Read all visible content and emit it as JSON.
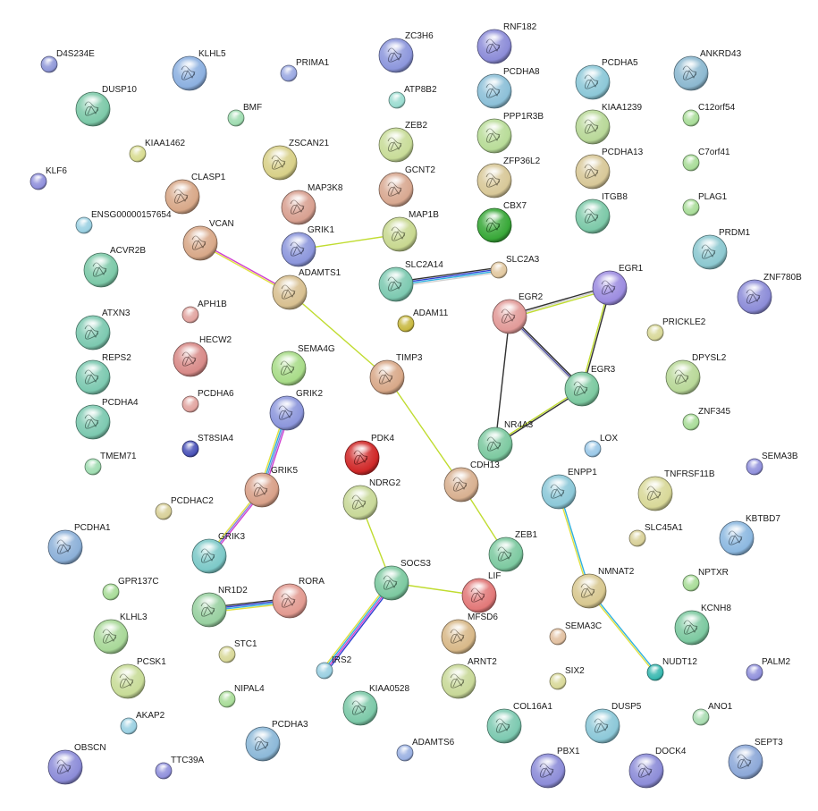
{
  "nodes": [
    {
      "id": "D4S234E",
      "color": "#8f97d8",
      "size": "small"
    },
    {
      "id": "KLHL5",
      "color": "#8cb0e0",
      "size": "large",
      "structure": true
    },
    {
      "id": "PRIMA1",
      "color": "#9aa8e2",
      "size": "small"
    },
    {
      "id": "DUSP10",
      "color": "#7cc9a8",
      "size": "large",
      "structure": true
    },
    {
      "id": "BMF",
      "color": "#9edcb0",
      "size": "small"
    },
    {
      "id": "KIAA1462",
      "color": "#d8dc90",
      "size": "small"
    },
    {
      "id": "KLF6",
      "color": "#8f8fdc",
      "size": "small"
    },
    {
      "id": "CLASP1",
      "color": "#d8a888",
      "size": "large",
      "structure": true
    },
    {
      "id": "ENSG00000157654",
      "color": "#9ad0e2",
      "size": "small"
    },
    {
      "id": "VCAN",
      "color": "#d8a888",
      "size": "large",
      "structure": true
    },
    {
      "id": "ACVR2B",
      "color": "#7cc9a8",
      "size": "large",
      "structure": true
    },
    {
      "id": "APH1B",
      "color": "#e2a4a0",
      "size": "small"
    },
    {
      "id": "ATXN3",
      "color": "#7cc9b0",
      "size": "large",
      "structure": true
    },
    {
      "id": "HECW2",
      "color": "#d88a88",
      "size": "large",
      "structure": true
    },
    {
      "id": "REPS2",
      "color": "#7cc9b0",
      "size": "large",
      "structure": true
    },
    {
      "id": "PCDHA6",
      "color": "#e2a4a0",
      "size": "small"
    },
    {
      "id": "PCDHA4",
      "color": "#7cc9b0",
      "size": "large",
      "structure": true
    },
    {
      "id": "ST8SIA4",
      "color": "#4a52b8",
      "size": "small"
    },
    {
      "id": "TMEM71",
      "color": "#9edcb0",
      "size": "small"
    },
    {
      "id": "ZSCAN21",
      "color": "#d8d088",
      "size": "large",
      "structure": true
    },
    {
      "id": "MAP3K8",
      "color": "#d8a090",
      "size": "large",
      "structure": true
    },
    {
      "id": "GRIK1",
      "color": "#8c96dc",
      "size": "large",
      "structure": true
    },
    {
      "id": "ADAMTS1",
      "color": "#d8c090",
      "size": "large",
      "structure": true
    },
    {
      "id": "SEMA4G",
      "color": "#a8dc88",
      "size": "large",
      "structure": true
    },
    {
      "id": "GRIK2",
      "color": "#8c96dc",
      "size": "large",
      "structure": true
    },
    {
      "id": "GRIK5",
      "color": "#d8a088",
      "size": "large",
      "structure": true
    },
    {
      "id": "PCDHAC2",
      "color": "#d8d098",
      "size": "small"
    },
    {
      "id": "GRIK3",
      "color": "#7cc9c8",
      "size": "large",
      "structure": true
    },
    {
      "id": "PCDHA1",
      "color": "#8cb0d8",
      "size": "large",
      "structure": true
    },
    {
      "id": "GPR137C",
      "color": "#a8dc98",
      "size": "small"
    },
    {
      "id": "NR1D2",
      "color": "#98d0a0",
      "size": "large",
      "structure": true
    },
    {
      "id": "RORA",
      "color": "#e29a90",
      "size": "large",
      "structure": true
    },
    {
      "id": "KLHL3",
      "color": "#a8d898",
      "size": "large",
      "structure": true
    },
    {
      "id": "STC1",
      "color": "#d8d898",
      "size": "small"
    },
    {
      "id": "PCSK1",
      "color": "#c8dc98",
      "size": "large",
      "structure": true
    },
    {
      "id": "NIPAL4",
      "color": "#a8dc98",
      "size": "small"
    },
    {
      "id": "AKAP2",
      "color": "#9ad0e2",
      "size": "small"
    },
    {
      "id": "PCDHA3",
      "color": "#8cb8d8",
      "size": "large",
      "structure": true
    },
    {
      "id": "OBSCN",
      "color": "#8c8cd8",
      "size": "large",
      "structure": true
    },
    {
      "id": "TTC39A",
      "color": "#9090dc",
      "size": "small"
    },
    {
      "id": "ZC3H6",
      "color": "#8c96dc",
      "size": "large",
      "structure": true
    },
    {
      "id": "ATP8B2",
      "color": "#9adcd0",
      "size": "small"
    },
    {
      "id": "ZEB2",
      "color": "#c8dc98",
      "size": "large",
      "structure": true
    },
    {
      "id": "GCNT2",
      "color": "#d8a890",
      "size": "large",
      "structure": true
    },
    {
      "id": "MAP1B",
      "color": "#c8d890",
      "size": "large",
      "structure": true
    },
    {
      "id": "SLC2A14",
      "color": "#7cc9b0",
      "size": "large",
      "structure": true
    },
    {
      "id": "SLC2A3",
      "color": "#e2c8a0",
      "size": "small"
    },
    {
      "id": "ADAM11",
      "color": "#c8b840",
      "size": "small"
    },
    {
      "id": "TIMP3",
      "color": "#d8a888",
      "size": "large",
      "structure": true
    },
    {
      "id": "PDK4",
      "color": "#d02828",
      "size": "large",
      "structure": true
    },
    {
      "id": "NDRG2",
      "color": "#c8d898",
      "size": "large",
      "structure": true
    },
    {
      "id": "SOCS3",
      "color": "#7cc9a0",
      "size": "large",
      "structure": true
    },
    {
      "id": "IRS2",
      "color": "#9ad0e2",
      "size": "small"
    },
    {
      "id": "KIAA0528",
      "color": "#7cc9a8",
      "size": "large",
      "structure": true
    },
    {
      "id": "ADAMTS6",
      "color": "#9ab0e2",
      "size": "small"
    },
    {
      "id": "RNF182",
      "color": "#8c8cd8",
      "size": "large",
      "structure": true
    },
    {
      "id": "PCDHA8",
      "color": "#8cc0d8",
      "size": "large",
      "structure": true
    },
    {
      "id": "PPP1R3B",
      "color": "#b8dc98",
      "size": "large",
      "structure": true
    },
    {
      "id": "ZFP36L2",
      "color": "#d8c898",
      "size": "large",
      "structure": true
    },
    {
      "id": "CBX7",
      "color": "#38a838",
      "size": "large",
      "structure": true
    },
    {
      "id": "EGR2",
      "color": "#e29a98",
      "size": "large",
      "structure": true
    },
    {
      "id": "CDH13",
      "color": "#d8b090",
      "size": "large",
      "structure": true
    },
    {
      "id": "NR4A3",
      "color": "#7cc9a0",
      "size": "large",
      "structure": true
    },
    {
      "id": "ZEB1",
      "color": "#7cc9a0",
      "size": "large",
      "structure": true
    },
    {
      "id": "LIF",
      "color": "#e27878",
      "size": "large",
      "structure": true
    },
    {
      "id": "MFSD6",
      "color": "#d8b888",
      "size": "large",
      "structure": true
    },
    {
      "id": "ARNT2",
      "color": "#c8d898",
      "size": "large",
      "structure": true
    },
    {
      "id": "COL16A1",
      "color": "#7cc9b0",
      "size": "large",
      "structure": true
    },
    {
      "id": "PBX1",
      "color": "#8c8cd8",
      "size": "large",
      "structure": true
    },
    {
      "id": "PCDHA5",
      "color": "#8cc8d8",
      "size": "large",
      "structure": true
    },
    {
      "id": "KIAA1239",
      "color": "#b8d898",
      "size": "large",
      "structure": true
    },
    {
      "id": "PCDHA13",
      "color": "#d8c898",
      "size": "large",
      "structure": true
    },
    {
      "id": "ITGB8",
      "color": "#7cc9a8",
      "size": "large",
      "structure": true
    },
    {
      "id": "EGR1",
      "color": "#9c8ce0",
      "size": "large",
      "structure": true
    },
    {
      "id": "EGR3",
      "color": "#7cc9a0",
      "size": "large",
      "structure": true
    },
    {
      "id": "LOX",
      "color": "#9ac8e8",
      "size": "small"
    },
    {
      "id": "ENPP1",
      "color": "#8cc8d8",
      "size": "large",
      "structure": true
    },
    {
      "id": "SLC45A1",
      "color": "#d8d098",
      "size": "small"
    },
    {
      "id": "NMNAT2",
      "color": "#d8c890",
      "size": "large",
      "structure": true
    },
    {
      "id": "SEMA3C",
      "color": "#e2c0a0",
      "size": "small"
    },
    {
      "id": "NUDT12",
      "color": "#38b8b0",
      "size": "small"
    },
    {
      "id": "SIX2",
      "color": "#d8d898",
      "size": "small"
    },
    {
      "id": "DUSP5",
      "color": "#8cc8d8",
      "size": "large",
      "structure": true
    },
    {
      "id": "DOCK4",
      "color": "#8c8cd8",
      "size": "large",
      "structure": true
    },
    {
      "id": "ANKRD43",
      "color": "#8cb8d0",
      "size": "large",
      "structure": true
    },
    {
      "id": "C12orf54",
      "color": "#a8dc98",
      "size": "small"
    },
    {
      "id": "C7orf41",
      "color": "#a8dc98",
      "size": "small"
    },
    {
      "id": "PLAG1",
      "color": "#a8dc98",
      "size": "small"
    },
    {
      "id": "PRDM1",
      "color": "#8cc8d0",
      "size": "large",
      "structure": true
    },
    {
      "id": "ZNF780B",
      "color": "#8c8cd8",
      "size": "large",
      "structure": true
    },
    {
      "id": "PRICKLE2",
      "color": "#d8d898",
      "size": "small"
    },
    {
      "id": "DPYSL2",
      "color": "#b8d898",
      "size": "large",
      "structure": true
    },
    {
      "id": "ZNF345",
      "color": "#a8dc98",
      "size": "small"
    },
    {
      "id": "SEMA3B",
      "color": "#9090dc",
      "size": "small"
    },
    {
      "id": "TNFRSF11B",
      "color": "#d8d898",
      "size": "large",
      "structure": true
    },
    {
      "id": "KBTBD7",
      "color": "#8cb8e0",
      "size": "large",
      "structure": true
    },
    {
      "id": "NPTXR",
      "color": "#a8dc98",
      "size": "small"
    },
    {
      "id": "KCNH8",
      "color": "#7cc9a0",
      "size": "large",
      "structure": true
    },
    {
      "id": "PALM2",
      "color": "#9090dc",
      "size": "small"
    },
    {
      "id": "ANO1",
      "color": "#a8dcb0",
      "size": "small"
    },
    {
      "id": "SEPT3",
      "color": "#8ca8d8",
      "size": "large",
      "structure": true
    }
  ],
  "edges": [
    {
      "source": "GRIK1",
      "target": "MAP1B",
      "colors": [
        "#c0dc30"
      ]
    },
    {
      "source": "VCAN",
      "target": "ADAMTS1",
      "colors": [
        "#d040d0",
        "#e0e040"
      ]
    },
    {
      "source": "ADAMTS1",
      "target": "TIMP3",
      "colors": [
        "#c0dc30"
      ]
    },
    {
      "source": "TIMP3",
      "target": "CDH13",
      "colors": [
        "#c0dc30"
      ]
    },
    {
      "source": "CDH13",
      "target": "ZEB1",
      "colors": [
        "#c0dc30"
      ]
    },
    {
      "source": "SLC2A14",
      "target": "SLC2A3",
      "colors": [
        "#303030",
        "#3040d0",
        "#30b0e0",
        "#d0d0d0"
      ]
    },
    {
      "source": "EGR2",
      "target": "EGR1",
      "colors": [
        "#303030",
        "#d0d0d0",
        "#c0dc30"
      ]
    },
    {
      "source": "EGR2",
      "target": "EGR3",
      "colors": [
        "#303030",
        "#5050a0",
        "#d0d0d0"
      ]
    },
    {
      "source": "EGR2",
      "target": "NR4A3",
      "colors": [
        "#303030"
      ]
    },
    {
      "source": "EGR1",
      "target": "EGR3",
      "colors": [
        "#303030",
        "#c0dc30"
      ]
    },
    {
      "source": "EGR3",
      "target": "NR4A3",
      "colors": [
        "#303030",
        "#c0dc30"
      ]
    },
    {
      "source": "GRIK2",
      "target": "GRIK5",
      "colors": [
        "#d040d0",
        "#8080e0",
        "#30b0e0",
        "#e0e040"
      ]
    },
    {
      "source": "GRIK5",
      "target": "GRIK3",
      "colors": [
        "#d040d0",
        "#8080e0",
        "#e0e040"
      ]
    },
    {
      "source": "NR1D2",
      "target": "RORA",
      "colors": [
        "#303030",
        "#3040d0",
        "#30b0e0",
        "#e0e040"
      ]
    },
    {
      "source": "NDRG2",
      "target": "SOCS3",
      "colors": [
        "#c0dc30"
      ]
    },
    {
      "source": "SOCS3",
      "target": "LIF",
      "colors": [
        "#c0dc30"
      ]
    },
    {
      "source": "SOCS3",
      "target": "IRS2",
      "colors": [
        "#3040d0",
        "#d040d0",
        "#30b0e0",
        "#e0e040"
      ]
    },
    {
      "source": "ENPP1",
      "target": "NMNAT2",
      "colors": [
        "#30b0e0",
        "#e0e040"
      ]
    },
    {
      "source": "NMNAT2",
      "target": "NUDT12",
      "colors": [
        "#30b0e0",
        "#e0e040"
      ]
    }
  ]
}
